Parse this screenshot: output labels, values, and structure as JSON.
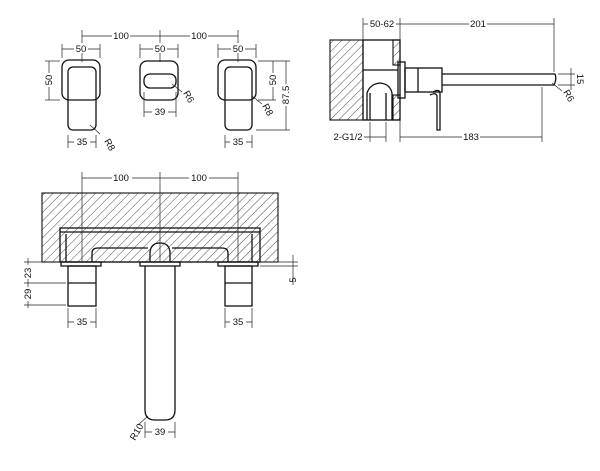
{
  "colors": {
    "line": "#111111",
    "background": "#ffffff"
  },
  "top_views": {
    "spacing_left": "100",
    "spacing_right": "100",
    "left_width": "50",
    "left_height": "50",
    "left_lever_width": "35",
    "left_radius": "R8",
    "center_width": "50",
    "center_slot_width": "39",
    "center_radius": "R6",
    "right_width": "50",
    "right_height": "50",
    "right_total_height": "87.5",
    "right_lever_width": "35",
    "right_radius": "R8"
  },
  "side_view": {
    "wall_depth": "50-62",
    "spout_projection": "201",
    "spout_length": "183",
    "inlet": "2-G1/2",
    "spout_height": "15",
    "spout_radius": "R6"
  },
  "front_view": {
    "spacing_left": "100",
    "spacing_right": "100",
    "handle_upper": "23",
    "handle_lower": "29",
    "flange_offset": "5",
    "left_handle_width": "35",
    "right_handle_width": "35",
    "spout_width": "39",
    "spout_radius": "R10"
  }
}
